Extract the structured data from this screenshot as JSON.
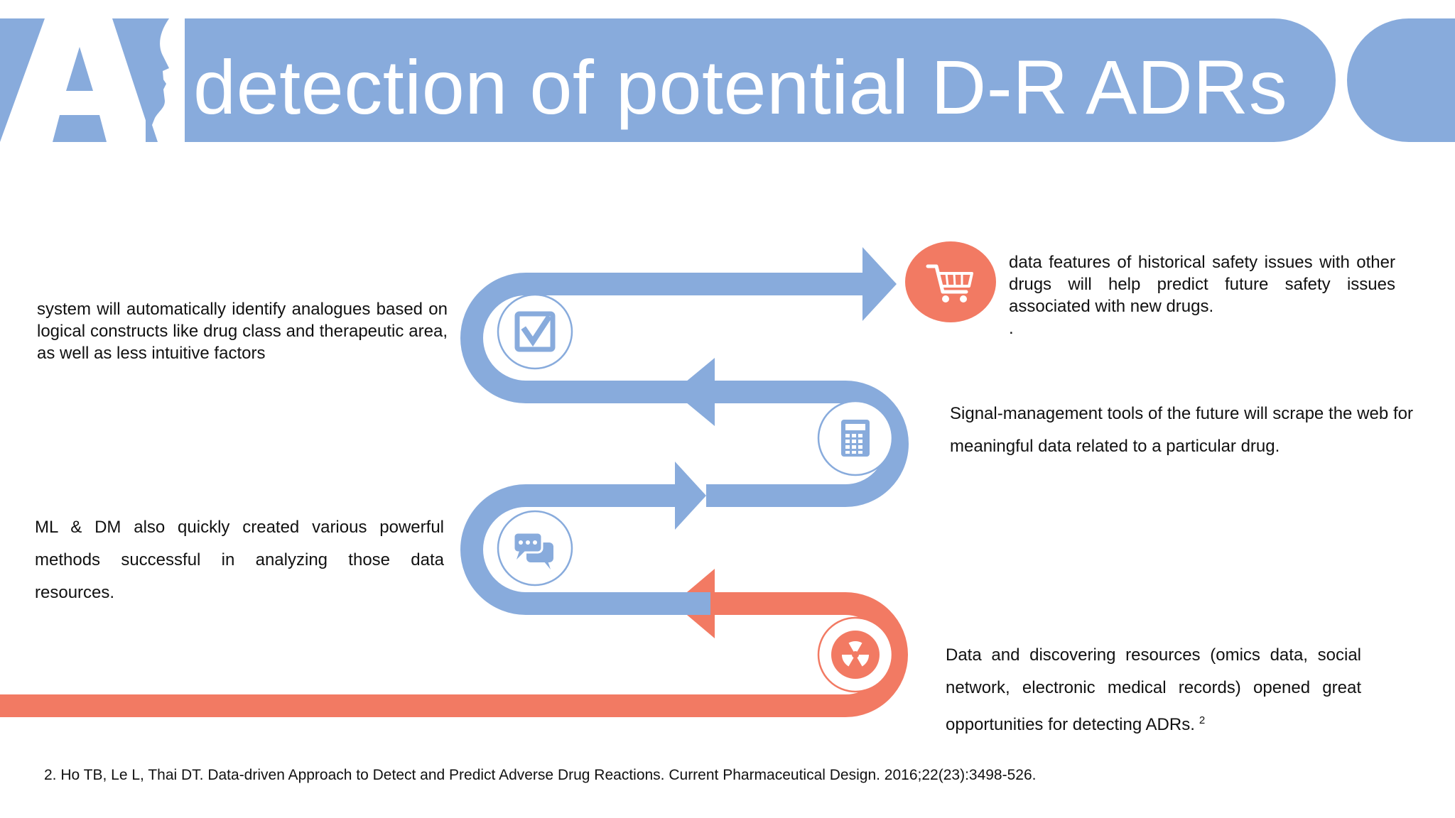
{
  "header": {
    "logo_text": "AI",
    "title": "detection of potential D-R ADRs"
  },
  "colors": {
    "blue": "#88abdc",
    "coral": "#f27a63",
    "white": "#ffffff"
  },
  "steps": [
    {
      "icon": "radiation-icon",
      "text": "Data and discovering resources (omics data, social network, electronic medical records) opened great opportunities for detecting  ADRs.",
      "sup": "2"
    },
    {
      "icon": "chat-bubbles-icon",
      "text": "ML & DM also quickly created various powerful methods successful in analyzing those data resources."
    },
    {
      "icon": "calculator-icon",
      "text": "Signal-management tools of the future will scrape the web for meaningful data related to a particular drug."
    },
    {
      "icon": "checkbox-icon",
      "text": "system will automatically identify analogues based on logical constructs like drug class and therapeutic area, as well as less intuitive factors"
    },
    {
      "icon": "shopping-cart-icon",
      "text": "data features of historical safety issues with other drugs will help predict future safety issues associated with new drugs.",
      "extra": "."
    }
  ],
  "citation": "2. Ho TB, Le L, Thai DT. Data-driven Approach to Detect and Predict Adverse Drug Reactions. Current Pharmaceutical Design. 2016;22(23):3498-526."
}
